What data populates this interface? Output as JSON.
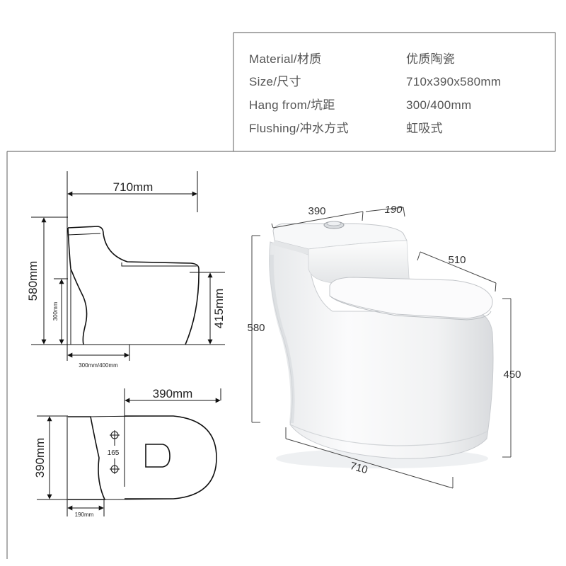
{
  "specs": [
    {
      "label": "Material/材质",
      "value": "优质陶瓷"
    },
    {
      "label": "Size/尺寸",
      "value": "710x390x580mm"
    },
    {
      "label": "Hang from/坑距",
      "value": "300/400mm"
    },
    {
      "label": "Flushing/冲水方式",
      "value": "虹吸式"
    }
  ],
  "side_view": {
    "width": "710mm",
    "height": "580mm",
    "rough_in_height": "300mm",
    "seat_height": "415mm",
    "rough_in": "300mm/400mm"
  },
  "top_view": {
    "length": "390mm",
    "width": "390mm",
    "hole_spacing": "165",
    "offset": "190mm"
  },
  "photo": {
    "width_top": "390",
    "tank_depth": "190",
    "seat_length": "510",
    "height": "580",
    "seat_height": "450",
    "length": "710"
  }
}
